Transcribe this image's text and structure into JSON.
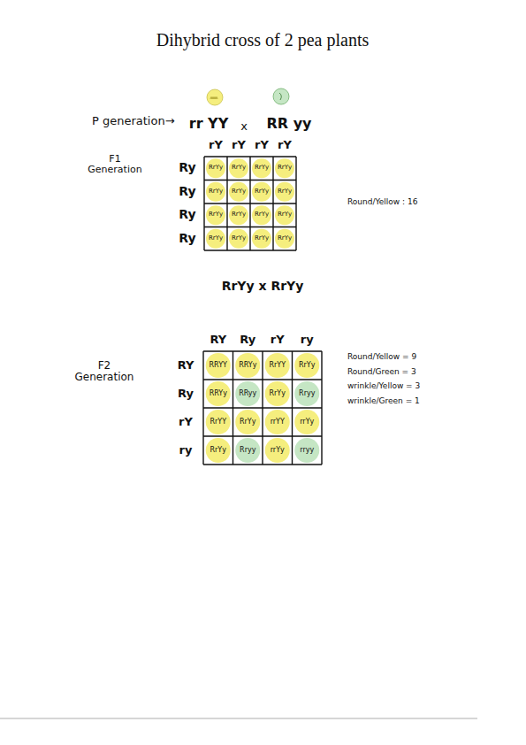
{
  "diagram": {
    "title": "Dihybrid cross of 2 pea plants",
    "labels": [
      "P generation→",
      "rr YY",
      "x",
      "RR yy",
      "rY",
      "rY",
      "rY",
      "rY",
      "F1 Generation",
      "Ry",
      "Ry",
      "Ry",
      "Ry",
      "RrYy",
      "RrYy",
      "RrYy",
      "RrYy",
      "RrYy",
      "RrYy",
      "RrYy",
      "RrYy",
      "RrYy",
      "RrYy",
      "RrYy",
      "RrYy",
      "RrYy",
      "RrYy",
      "RrYy",
      "RrYy",
      "Round/Yellow : 16",
      "RrYy x RrYy",
      "RY",
      "Ry",
      "rY",
      "ry",
      "F2 Generation",
      "RY",
      "Ry",
      "rY",
      "ry",
      "RRYY",
      "RRYy",
      "RrYY",
      "RrYy",
      "RRYy",
      "RRyy",
      "RrYy",
      "Rryy",
      "RrYY",
      "RrYy",
      "rrYY",
      "rrYy",
      "RrYy",
      "Rryy",
      "rrYy",
      "rryy",
      "Round/Yellow = 9",
      "Round/Green = 3",
      "wrinkle/Yellow = 3",
      "wrinkle/Green = 1"
    ]
  }
}
